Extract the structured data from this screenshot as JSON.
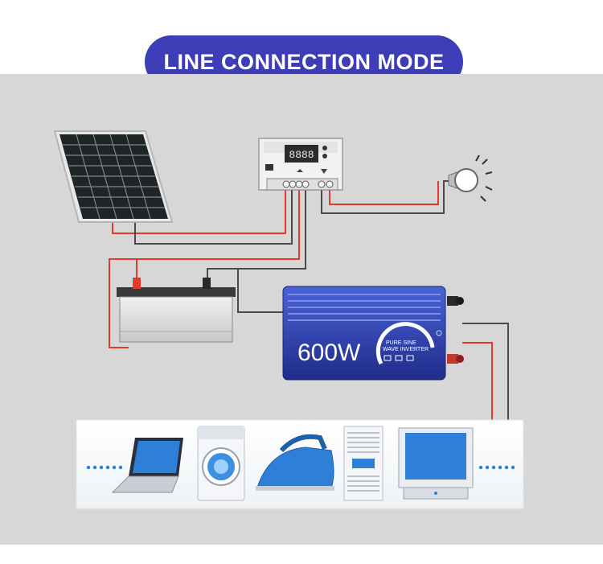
{
  "title": "LINE CONNECTION MODE",
  "controller": {
    "display": "8888"
  },
  "inverter": {
    "power_label": "600W",
    "subtitle_line1": "PURE SINE",
    "subtitle_line2": "WAVE INVERTER"
  },
  "colors": {
    "title_bg": "#3d3db8",
    "panel_bg": "#d7d7d7",
    "wire_red": "#e33a2f",
    "wire_black": "#4a4a4a",
    "inverter_blue": "#2e3fa8",
    "appliance_blue": "#2e7fd8"
  },
  "appliances": [
    "laptop-icon",
    "washing-machine-icon",
    "iron-icon",
    "air-conditioner-icon",
    "monitor-icon"
  ]
}
